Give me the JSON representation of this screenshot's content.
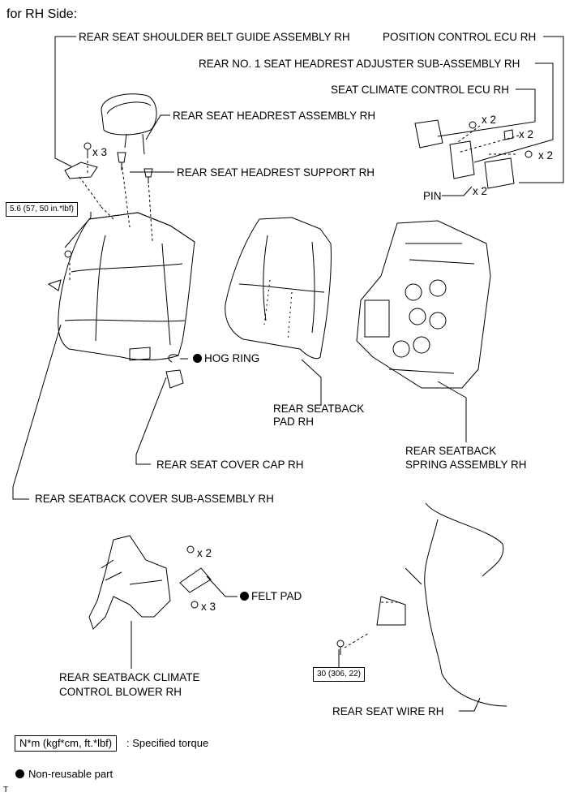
{
  "header": "for RH Side:",
  "labels": {
    "shoulder_belt_guide": "REAR SEAT SHOULDER BELT GUIDE ASSEMBLY RH",
    "position_control_ecu": "POSITION CONTROL ECU RH",
    "headrest_adjuster": "REAR NO. 1 SEAT HEADREST ADJUSTER SUB-ASSEMBLY RH",
    "seat_climate_ecu": "SEAT CLIMATE CONTROL ECU RH",
    "headrest_assembly": "REAR SEAT HEADREST ASSEMBLY RH",
    "headrest_support": "REAR SEAT HEADREST SUPPORT RH",
    "pin": "PIN",
    "hog_ring": "HOG RING",
    "seatback_pad_l1": "REAR SEATBACK",
    "seatback_pad_l2": "PAD RH",
    "spring_assembly_l1": "REAR SEATBACK",
    "spring_assembly_l2": "SPRING ASSEMBLY RH",
    "cover_cap": "REAR SEAT COVER CAP RH",
    "seatback_cover": "REAR SEATBACK COVER SUB-ASSEMBLY RH",
    "felt_pad": "FELT PAD",
    "blower_l1": "REAR SEATBACK CLIMATE",
    "blower_l2": "CONTROL BLOWER RH",
    "seat_wire": "REAR SEAT WIRE RH"
  },
  "quantities": {
    "bolt_x3": "x 3",
    "nut_x2_ecu": "x 2",
    "screw_x2": "x 2",
    "nut_x2_right": "x 2",
    "pin_x2": "x 2",
    "blower_bolt_x2": "x 2",
    "blower_nut_x3": "x 3"
  },
  "torques": {
    "seatback_nut": "5.6 (57, 50 in.*lbf)",
    "wire_bolt": "30 (306, 22)"
  },
  "legend": {
    "torque_box": "N*m (kgf*cm, ft.*lbf)",
    "torque_desc": ": Specified torque",
    "nonreusable": "Non-reusable part"
  },
  "footer_mark": "T"
}
